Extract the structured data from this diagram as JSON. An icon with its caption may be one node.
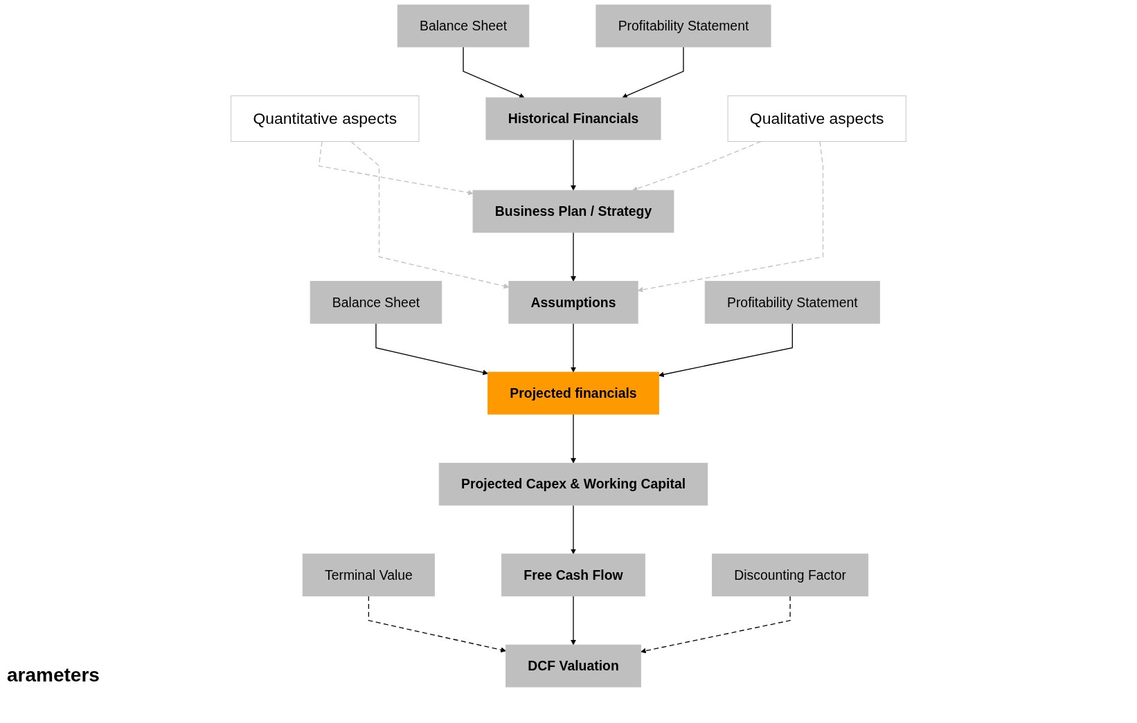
{
  "diagram": {
    "nodes": [
      {
        "text": [
          "Balance Sheet"
        ]
      },
      {
        "text": [
          "Historical Financials"
        ]
      },
      {
        "text": [
          "Profitability Statement"
        ]
      },
      {
        "text": [
          "Business Plan / Strategy"
        ]
      },
      {
        "text": [
          "Quantitative aspects"
        ]
      },
      {
        "text": [
          "Qualitative aspects"
        ]
      },
      {
        "text": [
          "Assumptions"
        ]
      },
      {
        "text": [
          "Balance Sheet"
        ]
      },
      {
        "text": [
          "Projected financials"
        ]
      },
      {
        "text": [
          "Profitability Statement"
        ]
      },
      {
        "text": [
          "Projected Capex & Working Capital"
        ]
      },
      {
        "text": [
          "Free Cash Flow"
        ]
      },
      {
        "text": [
          "Terminal Value"
        ]
      },
      {
        "text": [
          "Discounting Factor"
        ]
      },
      {
        "text": [
          "DCF Valuation"
        ]
      }
    ],
    "edges": [
      {
        "from": 0,
        "to": 1,
        "arrow": "to"
      },
      {
        "from": 2,
        "to": 1,
        "arrow": "to"
      },
      {
        "from": 1,
        "to": 3,
        "arrow": "to"
      },
      {
        "from": 4,
        "to": 3,
        "arrow": "to",
        "style": "dashed",
        "color": "#c0c0c0"
      },
      {
        "from": 4,
        "to": 6,
        "arrow": "to",
        "style": "dashed",
        "color": "#c0c0c0"
      },
      {
        "from": 5,
        "to": 3,
        "arrow": "to",
        "style": "dashed",
        "color": "#c0c0c0"
      },
      {
        "from": 5,
        "to": 6,
        "arrow": "to",
        "style": "dashed",
        "color": "#c0c0c0"
      },
      {
        "from": 3,
        "to": 6,
        "arrow": "to"
      },
      {
        "from": 6,
        "to": 8,
        "arrow": "to"
      },
      {
        "from": 7,
        "to": 8,
        "arrow": "to"
      },
      {
        "from": 9,
        "to": 8,
        "arrow": "to"
      },
      {
        "from": 8,
        "to": 10,
        "arrow": "to"
      },
      {
        "from": 10,
        "to": 11,
        "arrow": "to"
      },
      {
        "from": 11,
        "to": 14,
        "arrow": "to"
      },
      {
        "from": 12,
        "to": 14,
        "arrow": "to",
        "style": "dashed"
      },
      {
        "from": 13,
        "to": 14,
        "arrow": "to",
        "style": "dashed"
      }
    ],
    "labels": [
      "arameters"
    ]
  }
}
